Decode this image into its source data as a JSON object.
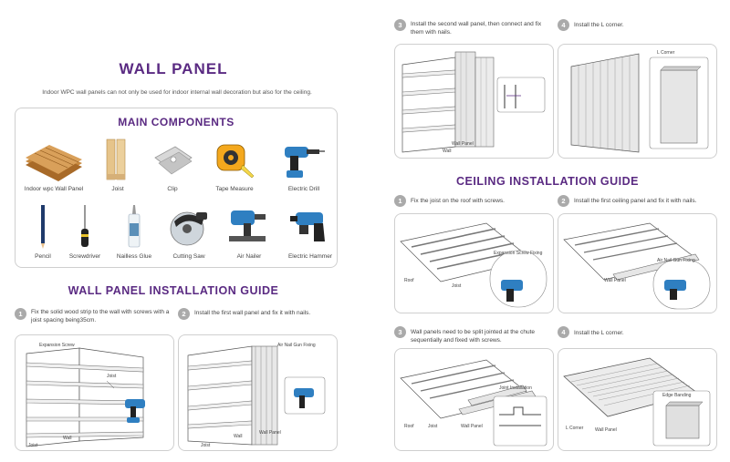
{
  "left": {
    "title": "WALL PANEL",
    "subtitle": "Indoor WPC wall panels can not only be used for indoor internal wall decoration but also for the ceiling.",
    "components_title": "MAIN COMPONENTS",
    "components": [
      {
        "label": "Indoor wpc Wall Panel",
        "icon": "wall-panel-icon"
      },
      {
        "label": "Joist",
        "icon": "joist-icon"
      },
      {
        "label": "Clip",
        "icon": "clip-icon"
      },
      {
        "label": "Tape Measure",
        "icon": "tape-measure-icon"
      },
      {
        "label": "Electric Drill",
        "icon": "electric-drill-icon"
      },
      {
        "label": "Pencil",
        "icon": "pencil-icon"
      },
      {
        "label": "Screwdriver",
        "icon": "screwdriver-icon"
      },
      {
        "label": "Nailless Glue",
        "icon": "glue-icon"
      },
      {
        "label": "Cutting Saw",
        "icon": "cutting-saw-icon"
      },
      {
        "label": "Air Nailer",
        "icon": "air-nailer-icon"
      },
      {
        "label": "Electric Hammer",
        "icon": "electric-hammer-icon"
      }
    ],
    "install_title": "WALL PANEL INSTALLATION GUIDE",
    "steps": [
      {
        "num": "1",
        "text": "Fix the solid wood strip to the wall with screws with a joist spacing being35cm."
      },
      {
        "num": "2",
        "text": "Install the first wall panel and fix it with nails."
      }
    ],
    "panel1_tags": {
      "expansion": "Expansion Screw",
      "joist_a": "Joist",
      "joist_b": "Joist",
      "wall": "Wall"
    },
    "panel2_tags": {
      "air": "Air Nail Gun Fixing",
      "joist": "Joist",
      "wall": "Wall",
      "wall_panel": "Wall Panel"
    }
  },
  "right": {
    "steps_top": [
      {
        "num": "3",
        "text": "Install the second wall panel, then connect and fix them with nails."
      },
      {
        "num": "4",
        "text": "Install the L corner."
      }
    ],
    "panel3_tags": {
      "wall_panel": "Wall Panel",
      "wall": "Wall"
    },
    "panel4_tags": {
      "l_corner": "L Corner"
    },
    "ceiling_title": "CEILING INSTALLATION GUIDE",
    "steps_ceiling": [
      {
        "num": "1",
        "text": "Fix the joist on the roof with screws."
      },
      {
        "num": "2",
        "text": "Install the first ceiling panel and fix it with nails."
      },
      {
        "num": "3",
        "text": "Wall panels need to be split jointed at the chute sequentially and fixed with screws."
      },
      {
        "num": "4",
        "text": "Install the L corner."
      }
    ],
    "panel5_tags": {
      "expansion": "Expansion Screw Fixing",
      "roof": "Roof",
      "joist": "Joist"
    },
    "panel6_tags": {
      "air": "Air Nail Gun Fixing",
      "wall_panel": "Wall Panel"
    },
    "panel7_tags": {
      "joint": "Joint Installation",
      "roof": "Roof",
      "joist": "Joist",
      "wall_panel": "Wall Panel"
    },
    "panel8_tags": {
      "edge": "Edge Banding",
      "l_corner": "L Corner",
      "wall_panel": "Wall Panel"
    }
  },
  "colors": {
    "accent": "#5a2a82",
    "step_circle": "#aaaaaa",
    "border": "#cfcfcf",
    "wood": "#c8893e",
    "tool_blue": "#2f7fc1"
  }
}
